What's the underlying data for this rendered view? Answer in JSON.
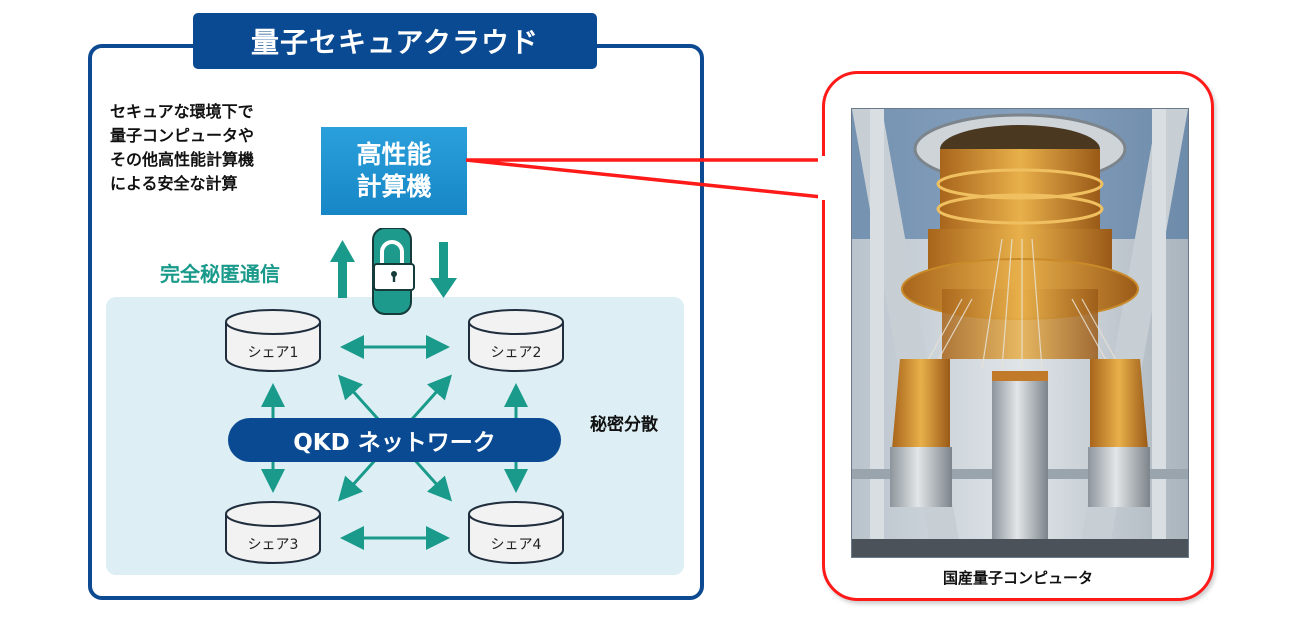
{
  "cloud": {
    "title": "量子セキュアクラウド",
    "description": [
      "セキュアな環境下で",
      "量子コンピュータや",
      "その他高性能計算機",
      "による安全な計算"
    ],
    "hpc_box": [
      "高性能",
      "計算機"
    ],
    "secure_comm_label": "完全秘匿通信",
    "network_label": "QKD ネットワーク",
    "secret_sharing_label": "秘密分散",
    "shares": [
      "シェア1",
      "シェア2",
      "シェア3",
      "シェア4"
    ]
  },
  "photo": {
    "caption": "国産量子コンピュータ",
    "subject": "dilution-refrigerator-quantum-computer"
  },
  "colors": {
    "navy": "#0a4a92",
    "teal": "#1a9a8b",
    "hpc_blue": "#1e90d0",
    "panel_bg": "#ddeff4",
    "callout_red": "#ff1a1a"
  }
}
